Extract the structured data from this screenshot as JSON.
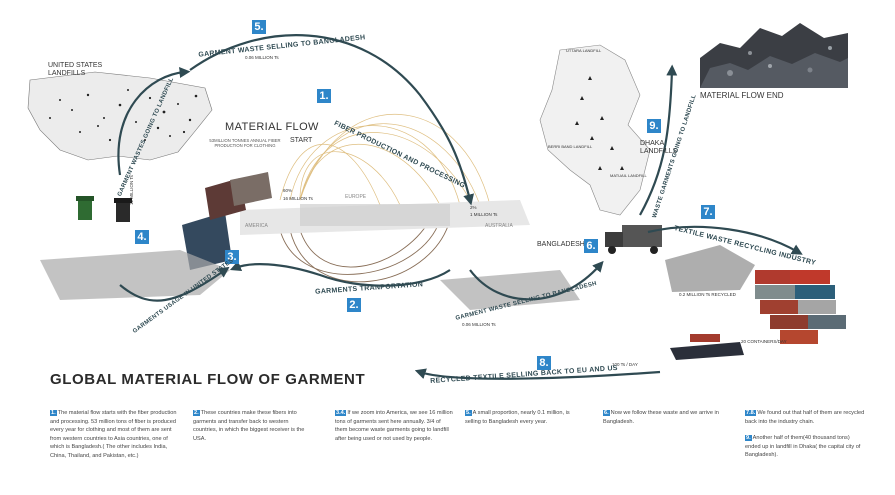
{
  "title": "GLOBAL MATERIAL FLOW OF GARMENT",
  "colors": {
    "accent": "#2e86c9",
    "flow": "#2f4a52",
    "threads": "#d9b36a"
  },
  "start": {
    "title": "MATERIAL FLOW",
    "start_label": "START",
    "subtitle": "53MILLION TONNES ANNUAL FIBER PRODUCTION FOR CLOTHING"
  },
  "end": {
    "label": "MATERIAL FLOW END"
  },
  "places": {
    "us": "UNITED STATES LANDFILLS",
    "bangladesh": "BANGLADESH",
    "dhaka": "DHAKA LANDFILLS",
    "uttara": "UTTARA LANDFILL",
    "beri_band": "BERRI BAND LANDFILL",
    "matuail": "MATUAIL LANDFILL",
    "europe": "EUROPE",
    "america": "AMERICA",
    "australia": "AUSTRALIA"
  },
  "stages": [
    {
      "num": "1.",
      "label": "FIBER PRODUCTION AND PROCESSING"
    },
    {
      "num": "2.",
      "label": "GARMENTS TRANPORTATION"
    },
    {
      "num": "3.",
      "label": "GARMENTS USAGE IN UNITED STATES"
    },
    {
      "num": "4.",
      "label": "GARMENT WASTES GOING TO LANDFILL"
    },
    {
      "num": "5.",
      "label": "GARMENT WASTE SELLING TO BANGLADESH"
    },
    {
      "num": "6.",
      "label": "GARMENT WASTE SELLING TO BANGLADESH"
    },
    {
      "num": "7.",
      "label": "TEXTILE WASTE RECYCLING INDUSTRY"
    },
    {
      "num": "8.",
      "label": "RECYCLED TEXTILE SELLING BACK TO EU AND US"
    },
    {
      "num": "9.",
      "label": "WASTE GARMENTS GOING TO LANDFILL"
    }
  ],
  "flow_values": {
    "to_bangladesh_top": "0.06 MILLION Ts",
    "to_bangladesh_bottom": "0.06 MILLION Ts",
    "landfill_us": "12 MILLION Ts",
    "recycled": "0.2 MILLION Ts RECYCLED",
    "containers": "20 CONTAINERS/DAY",
    "per_day": "100 Ts / DAY",
    "to_us": "16 MILLION Ts",
    "asia_pct": "60%",
    "small_pct": "2%",
    "small_value": "1 MILLION Ts"
  },
  "notes": [
    {
      "num": "1.",
      "text": "The material flow starts with the fiber production and processing. 53 million tons of fiber is produced every year for clothing and most of them are sent from western countries to Asia countries, one of which is Bangladesh.( The other includes India, China, Thailand, and Pakistan, etc.)"
    },
    {
      "num": "2.",
      "text": "These countries make these fibers into garments and transfer back to western countries, in which the biggest receiver is the USA."
    },
    {
      "num": "3.4.",
      "text": "If we zoom into America, we see 16 million tons of garments sent here annually. 3/4 of them become waste garments going to landfill after being used or not used by people."
    },
    {
      "num": "5.",
      "text": "A small proportion, nearly 0.1 million, is selling to Bangladesh every year."
    },
    {
      "num": "6.",
      "text": "Now we follow these waste and we arrive in Bangladesh."
    },
    {
      "num": "7.8.",
      "text": "We found out that half of them are recycled back into the industry chain."
    },
    {
      "num": "9.",
      "text": "Another half of them(40 thousand tons) ended up in landfill in Dhaka( the capital city of Bangladesh)."
    }
  ]
}
